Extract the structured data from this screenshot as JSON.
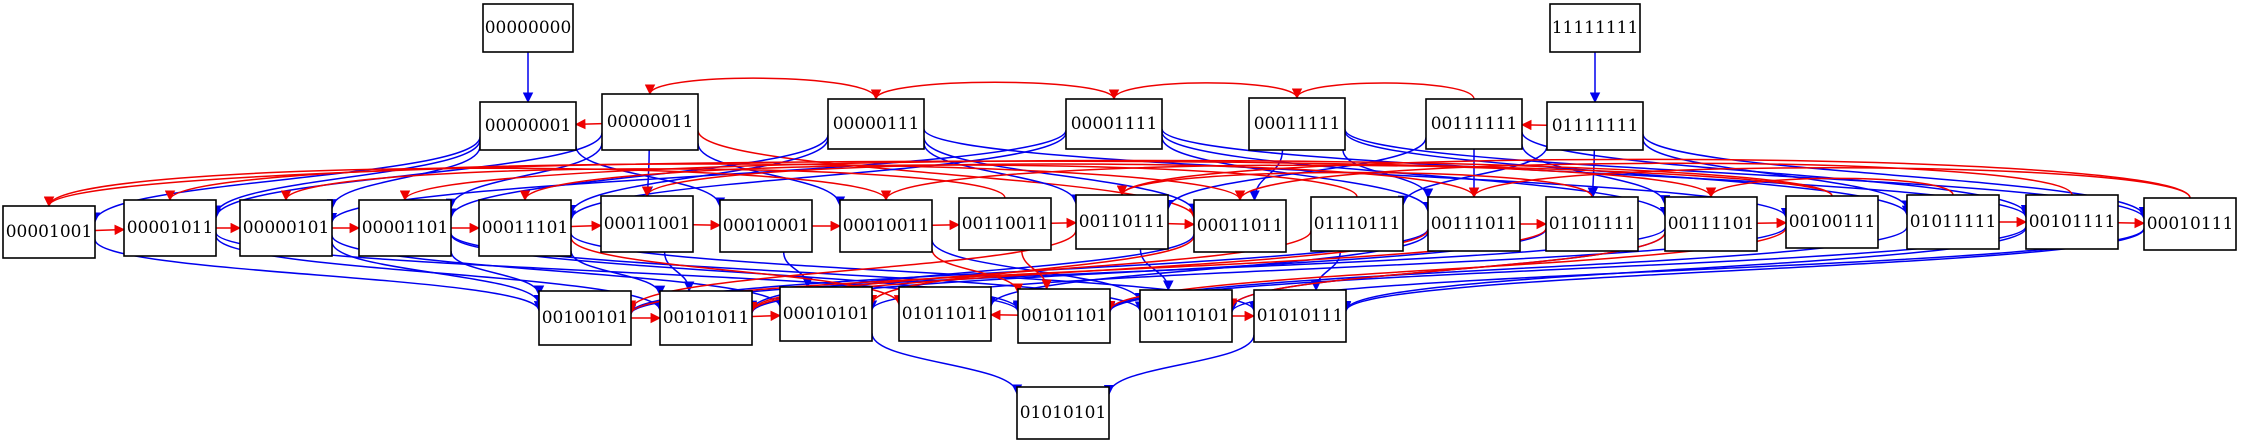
{
  "colors": {
    "blue": "#0000ee",
    "red": "#ee0000",
    "node_border": "#000000",
    "background": "#ffffff"
  },
  "nodes": [
    {
      "id": "n00000000",
      "label": "00000000"
    },
    {
      "id": "n11111111",
      "label": "11111111"
    },
    {
      "id": "n00000001",
      "label": "00000001"
    },
    {
      "id": "n00000011",
      "label": "00000011"
    },
    {
      "id": "n00000111",
      "label": "00000111"
    },
    {
      "id": "n00001111",
      "label": "00001111"
    },
    {
      "id": "n00011111",
      "label": "00011111"
    },
    {
      "id": "n00111111",
      "label": "00111111"
    },
    {
      "id": "n01111111",
      "label": "01111111"
    },
    {
      "id": "n00001001",
      "label": "00001001"
    },
    {
      "id": "n00001011",
      "label": "00001011"
    },
    {
      "id": "n00000101",
      "label": "00000101"
    },
    {
      "id": "n00001101",
      "label": "00001101"
    },
    {
      "id": "n00011101",
      "label": "00011101"
    },
    {
      "id": "n00011001",
      "label": "00011001"
    },
    {
      "id": "n00010001",
      "label": "00010001"
    },
    {
      "id": "n00010011",
      "label": "00010011"
    },
    {
      "id": "n00110011",
      "label": "00110011"
    },
    {
      "id": "n00110111",
      "label": "00110111"
    },
    {
      "id": "n00011011",
      "label": "00011011"
    },
    {
      "id": "n01110111",
      "label": "01110111"
    },
    {
      "id": "n00111011",
      "label": "00111011"
    },
    {
      "id": "n01101111",
      "label": "01101111"
    },
    {
      "id": "n00111101",
      "label": "00111101"
    },
    {
      "id": "n00100111",
      "label": "00100111"
    },
    {
      "id": "n01011111",
      "label": "01011111"
    },
    {
      "id": "n00101111",
      "label": "00101111"
    },
    {
      "id": "n00010111",
      "label": "00010111"
    },
    {
      "id": "n00100101",
      "label": "00100101"
    },
    {
      "id": "n00101011",
      "label": "00101011"
    },
    {
      "id": "n00010101",
      "label": "00010101"
    },
    {
      "id": "n01011011",
      "label": "01011011"
    },
    {
      "id": "n00101101",
      "label": "00101101"
    },
    {
      "id": "n00110101",
      "label": "00110101"
    },
    {
      "id": "n01010111",
      "label": "01010111"
    },
    {
      "id": "n01010101",
      "label": "01010101"
    }
  ],
  "edges": [
    {
      "from": "n00000000",
      "to": "n00000001",
      "color": "blue"
    },
    {
      "from": "n11111111",
      "to": "n01111111",
      "color": "blue"
    },
    {
      "from": "n00000011",
      "to": "n00000001",
      "color": "red"
    },
    {
      "from": "n00000111",
      "to": "n00000011",
      "color": "red"
    },
    {
      "from": "n00001111",
      "to": "n00000111",
      "color": "red"
    },
    {
      "from": "n00011111",
      "to": "n00001111",
      "color": "red"
    },
    {
      "from": "n00111111",
      "to": "n00011111",
      "color": "red"
    },
    {
      "from": "n01111111",
      "to": "n00111111",
      "color": "red"
    },
    {
      "from": "n00000001",
      "to": "n00001001",
      "color": "blue"
    },
    {
      "from": "n00000001",
      "to": "n00001011",
      "color": "blue"
    },
    {
      "from": "n00000001",
      "to": "n00000101",
      "color": "blue"
    },
    {
      "from": "n00000001",
      "to": "n00010001",
      "color": "blue"
    },
    {
      "from": "n00000011",
      "to": "n00001011",
      "color": "blue"
    },
    {
      "from": "n00000011",
      "to": "n00001101",
      "color": "blue"
    },
    {
      "from": "n00000011",
      "to": "n00011001",
      "color": "blue"
    },
    {
      "from": "n00000011",
      "to": "n00010011",
      "color": "blue"
    },
    {
      "from": "n00000011",
      "to": "n00011011",
      "color": "red"
    },
    {
      "from": "n00000111",
      "to": "n00001101",
      "color": "blue"
    },
    {
      "from": "n00000111",
      "to": "n00011101",
      "color": "blue"
    },
    {
      "from": "n00000111",
      "to": "n00011011",
      "color": "blue"
    },
    {
      "from": "n00000111",
      "to": "n00110111",
      "color": "blue"
    },
    {
      "from": "n00000111",
      "to": "n00100111",
      "color": "blue"
    },
    {
      "from": "n00001111",
      "to": "n00011101",
      "color": "blue"
    },
    {
      "from": "n00001111",
      "to": "n00000101",
      "color": "blue"
    },
    {
      "from": "n00001111",
      "to": "n00111011",
      "color": "blue"
    },
    {
      "from": "n00001111",
      "to": "n00111101",
      "color": "blue"
    },
    {
      "from": "n00001111",
      "to": "n00101111",
      "color": "blue"
    },
    {
      "from": "n00011111",
      "to": "n00011011",
      "color": "blue"
    },
    {
      "from": "n00011111",
      "to": "n00111011",
      "color": "blue"
    },
    {
      "from": "n00011111",
      "to": "n01011111",
      "color": "blue"
    },
    {
      "from": "n00011111",
      "to": "n00010111",
      "color": "blue"
    },
    {
      "from": "n00111111",
      "to": "n00110111",
      "color": "blue"
    },
    {
      "from": "n00111111",
      "to": "n00111011",
      "color": "blue"
    },
    {
      "from": "n00111111",
      "to": "n00111101",
      "color": "blue"
    },
    {
      "from": "n00111111",
      "to": "n00101111",
      "color": "blue"
    },
    {
      "from": "n01111111",
      "to": "n01110111",
      "color": "blue"
    },
    {
      "from": "n01111111",
      "to": "n01101111",
      "color": "blue"
    },
    {
      "from": "n01111111",
      "to": "n01011111",
      "color": "blue"
    },
    {
      "from": "n01111111",
      "to": "n00010111",
      "color": "blue"
    },
    {
      "from": "n00001001",
      "to": "n00001011",
      "color": "red"
    },
    {
      "from": "n00001011",
      "to": "n00000101",
      "color": "red"
    },
    {
      "from": "n00000101",
      "to": "n00001101",
      "color": "red"
    },
    {
      "from": "n00001101",
      "to": "n00011101",
      "color": "red"
    },
    {
      "from": "n00011101",
      "to": "n00011001",
      "color": "red"
    },
    {
      "from": "n00011001",
      "to": "n00010001",
      "color": "red"
    },
    {
      "from": "n00010001",
      "to": "n00010011",
      "color": "red"
    },
    {
      "from": "n00010011",
      "to": "n00110011",
      "color": "red"
    },
    {
      "from": "n00110011",
      "to": "n00110111",
      "color": "red"
    },
    {
      "from": "n00110111",
      "to": "n00011011",
      "color": "red"
    },
    {
      "from": "n00111011",
      "to": "n01101111",
      "color": "red"
    },
    {
      "from": "n00111101",
      "to": "n00100111",
      "color": "red"
    },
    {
      "from": "n00101111",
      "to": "n00010111",
      "color": "red"
    },
    {
      "from": "n01011111",
      "to": "n00101111",
      "color": "red"
    },
    {
      "from": "n00010011",
      "to": "n00001001",
      "color": "red"
    },
    {
      "from": "n00011011",
      "to": "n00001011",
      "color": "red"
    },
    {
      "from": "n00110011",
      "to": "n00000101",
      "color": "red"
    },
    {
      "from": "n00100111",
      "to": "n00001101",
      "color": "red"
    },
    {
      "from": "n01110111",
      "to": "n00011101",
      "color": "red"
    },
    {
      "from": "n00111011",
      "to": "n00011001",
      "color": "red"
    },
    {
      "from": "n01101111",
      "to": "n00110111",
      "color": "red"
    },
    {
      "from": "n00111101",
      "to": "n00010011",
      "color": "red"
    },
    {
      "from": "n00101111",
      "to": "n00011011",
      "color": "red"
    },
    {
      "from": "n00010111",
      "to": "n00111011",
      "color": "red"
    },
    {
      "from": "n00100111",
      "to": "n00001001",
      "color": "red"
    },
    {
      "from": "n01011111",
      "to": "n00111101",
      "color": "red"
    },
    {
      "from": "n00010111",
      "to": "n00110111",
      "color": "red"
    },
    {
      "from": "n00001001",
      "to": "n00100101",
      "color": "blue"
    },
    {
      "from": "n00001011",
      "to": "n00101011",
      "color": "blue"
    },
    {
      "from": "n00001011",
      "to": "n00101101",
      "color": "blue"
    },
    {
      "from": "n00000101",
      "to": "n00100101",
      "color": "blue"
    },
    {
      "from": "n00000101",
      "to": "n00010101",
      "color": "blue"
    },
    {
      "from": "n00001101",
      "to": "n00100101",
      "color": "blue"
    },
    {
      "from": "n00001101",
      "to": "n00110101",
      "color": "blue"
    },
    {
      "from": "n00001101",
      "to": "n00101101",
      "color": "blue"
    },
    {
      "from": "n00011101",
      "to": "n00101011",
      "color": "blue"
    },
    {
      "from": "n00011101",
      "to": "n01010111",
      "color": "blue"
    },
    {
      "from": "n00011001",
      "to": "n00101011",
      "color": "blue"
    },
    {
      "from": "n00010001",
      "to": "n00010101",
      "color": "blue"
    },
    {
      "from": "n00010011",
      "to": "n00110101",
      "color": "blue"
    },
    {
      "from": "n00110111",
      "to": "n00110101",
      "color": "blue"
    },
    {
      "from": "n00011011",
      "to": "n00101011",
      "color": "blue"
    },
    {
      "from": "n01110111",
      "to": "n01010111",
      "color": "blue"
    },
    {
      "from": "n00111011",
      "to": "n01011011",
      "color": "blue"
    },
    {
      "from": "n00111011",
      "to": "n00100101",
      "color": "blue"
    },
    {
      "from": "n01101111",
      "to": "n00101011",
      "color": "blue"
    },
    {
      "from": "n00111101",
      "to": "n00110101",
      "color": "blue"
    },
    {
      "from": "n00111101",
      "to": "n00100101",
      "color": "blue"
    },
    {
      "from": "n00100111",
      "to": "n00010101",
      "color": "blue"
    },
    {
      "from": "n01011111",
      "to": "n00101101",
      "color": "blue"
    },
    {
      "from": "n00101111",
      "to": "n00101101",
      "color": "blue"
    },
    {
      "from": "n00101111",
      "to": "n01010111",
      "color": "blue"
    },
    {
      "from": "n00010111",
      "to": "n01010111",
      "color": "blue"
    },
    {
      "from": "n00010111",
      "to": "n00110101",
      "color": "blue"
    },
    {
      "from": "n00100101",
      "to": "n00101011",
      "color": "red"
    },
    {
      "from": "n00101011",
      "to": "n00010101",
      "color": "red"
    },
    {
      "from": "n00101101",
      "to": "n01011011",
      "color": "red"
    },
    {
      "from": "n00110101",
      "to": "n01010111",
      "color": "red"
    },
    {
      "from": "n00110011",
      "to": "n00101101",
      "color": "red"
    },
    {
      "from": "n00110111",
      "to": "n00100101",
      "color": "red"
    },
    {
      "from": "n00011011",
      "to": "n00010101",
      "color": "red"
    },
    {
      "from": "n01110111",
      "to": "n00101011",
      "color": "red"
    },
    {
      "from": "n00111101",
      "to": "n00110101",
      "color": "red"
    },
    {
      "from": "n01101111",
      "to": "n00100101",
      "color": "red"
    },
    {
      "from": "n00100111",
      "to": "n00101101",
      "color": "red"
    },
    {
      "from": "n00111011",
      "to": "n00101011",
      "color": "red"
    },
    {
      "from": "n00011101",
      "to": "n01011011",
      "color": "red"
    },
    {
      "from": "n00010011",
      "to": "n00101101",
      "color": "red"
    },
    {
      "from": "n00010101",
      "to": "n01010101",
      "color": "blue"
    },
    {
      "from": "n01010111",
      "to": "n01010101",
      "color": "blue"
    }
  ]
}
